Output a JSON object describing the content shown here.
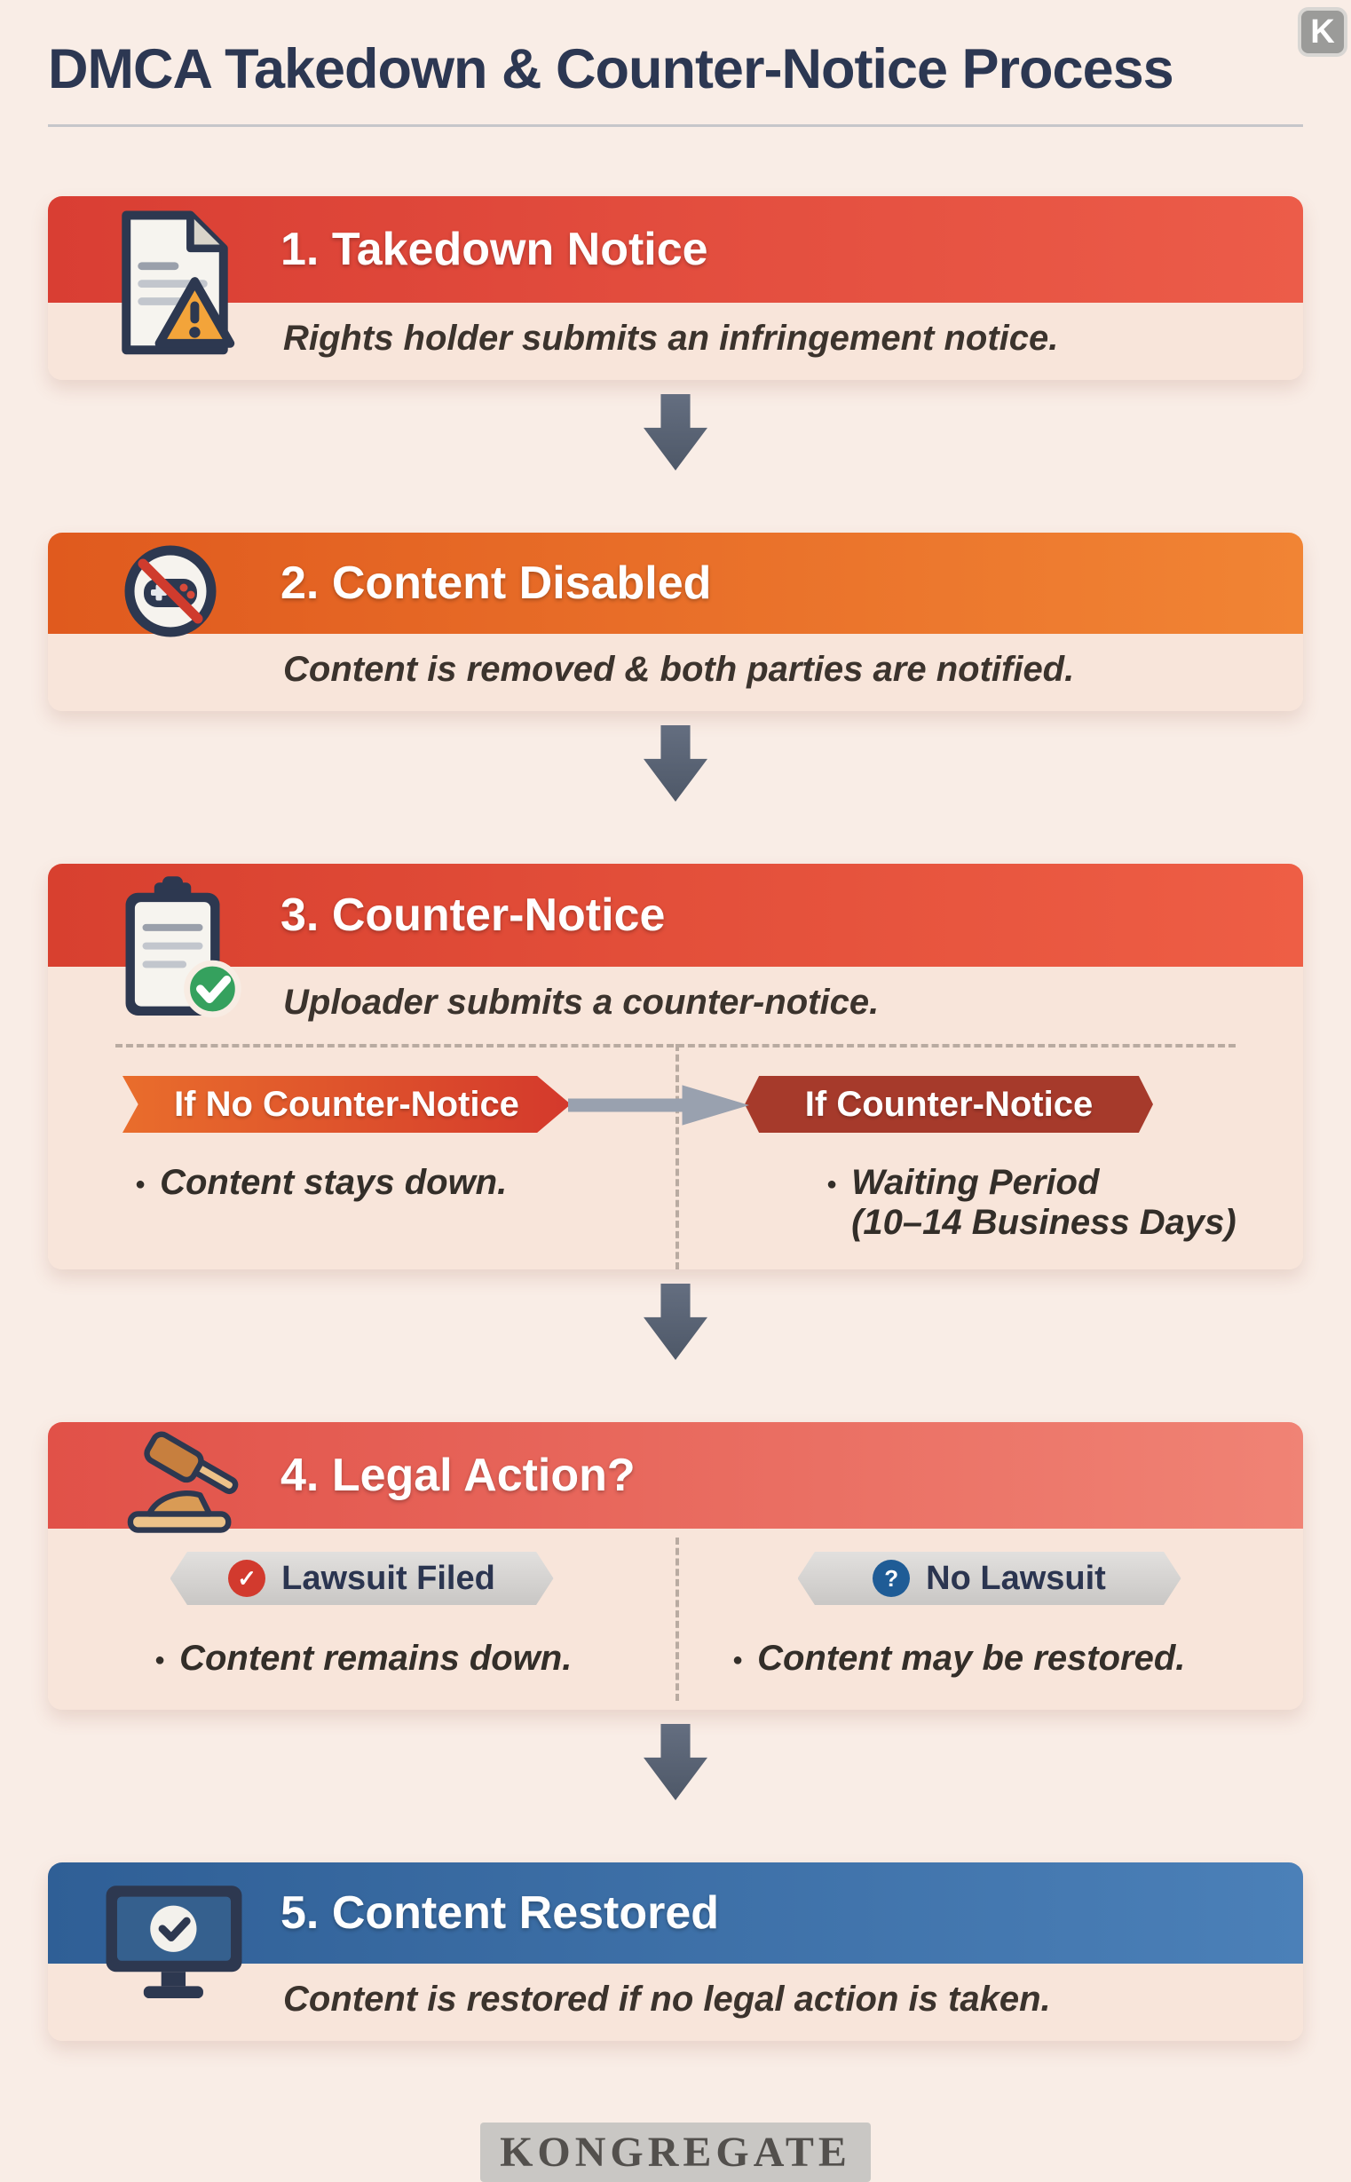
{
  "page": {
    "title": "DMCA Takedown & Counter-Notice Process",
    "logo_letter": "K",
    "brand": "KONGREGATE",
    "background_color": "#f9ede6"
  },
  "steps": [
    {
      "label": "1. Takedown Notice",
      "description": "Rights holder submits an infringement notice.",
      "icon": "document-warning-icon",
      "banner_color": "#e0453a"
    },
    {
      "label": "2. Content Disabled",
      "description": "Content is removed & both parties are notified.",
      "icon": "controller-banned-icon",
      "banner_color": "#ec6a26"
    },
    {
      "label": "3. Counter-Notice",
      "description": "Uploader submits a counter-notice.",
      "icon": "clipboard-check-icon",
      "banner_color": "#e0473a",
      "branches": {
        "left": {
          "label": "If No Counter-Notice",
          "bullet": "Content stays down."
        },
        "right": {
          "label": "If Counter-Notice",
          "bullet_title": "Waiting Period",
          "bullet_detail": "(10–14 Business Days)"
        }
      }
    },
    {
      "label": "4. Legal Action?",
      "icon": "gavel-icon",
      "banner_color": "#e45848",
      "outcomes": {
        "left": {
          "badge": "Lawsuit Filed",
          "icon": "red-check-icon",
          "icon_glyph": "✓",
          "bullet": "Content remains down."
        },
        "right": {
          "badge": "No Lawsuit",
          "icon": "question-icon",
          "icon_glyph": "?",
          "bullet": "Content may be restored."
        }
      }
    },
    {
      "label": "5. Content Restored",
      "description": "Content is restored if no legal action is taken.",
      "icon": "monitor-check-icon",
      "banner_color": "#3a6ba3"
    }
  ]
}
